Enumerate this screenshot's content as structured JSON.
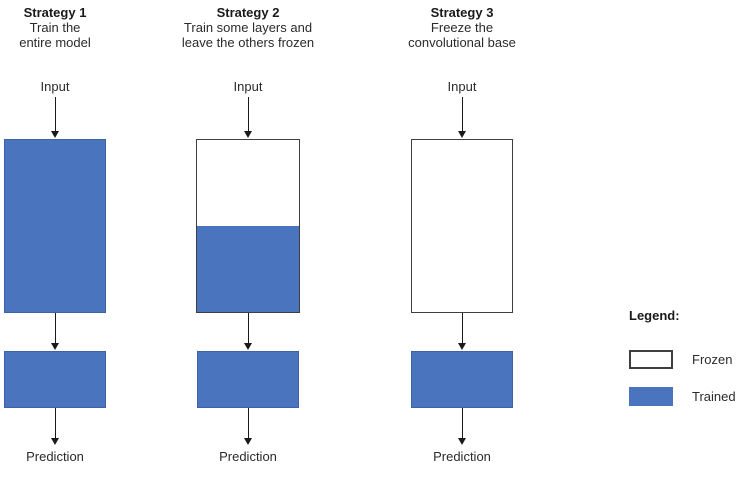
{
  "colors": {
    "background": "#ffffff",
    "trained_fill": "#4a74bd",
    "trained_border": "#3d63a6",
    "frozen_fill": "#ffffff",
    "outline": "#3f3f3f",
    "arrow": "#1a1a1a",
    "text": "#2b2b2b"
  },
  "diagram": {
    "strategies": [
      {
        "title": "Strategy 1",
        "subtitle": "Train the\nentire model",
        "input_label": "Input",
        "prediction_label": "Prediction",
        "base_state": "trained",
        "classifier_state": "trained"
      },
      {
        "title": "Strategy 2",
        "subtitle": "Train some layers and\nleave the others frozen",
        "input_label": "Input",
        "prediction_label": "Prediction",
        "base_state": "partially-frozen",
        "classifier_state": "trained"
      },
      {
        "title": "Strategy 3",
        "subtitle": "Freeze the\nconvolutional base",
        "input_label": "Input",
        "prediction_label": "Prediction",
        "base_state": "frozen",
        "classifier_state": "trained"
      }
    ],
    "legend": {
      "title": "Legend:",
      "items": [
        {
          "label": "Frozen",
          "swatch": "frozen"
        },
        {
          "label": "Trained",
          "swatch": "trained"
        }
      ]
    }
  }
}
